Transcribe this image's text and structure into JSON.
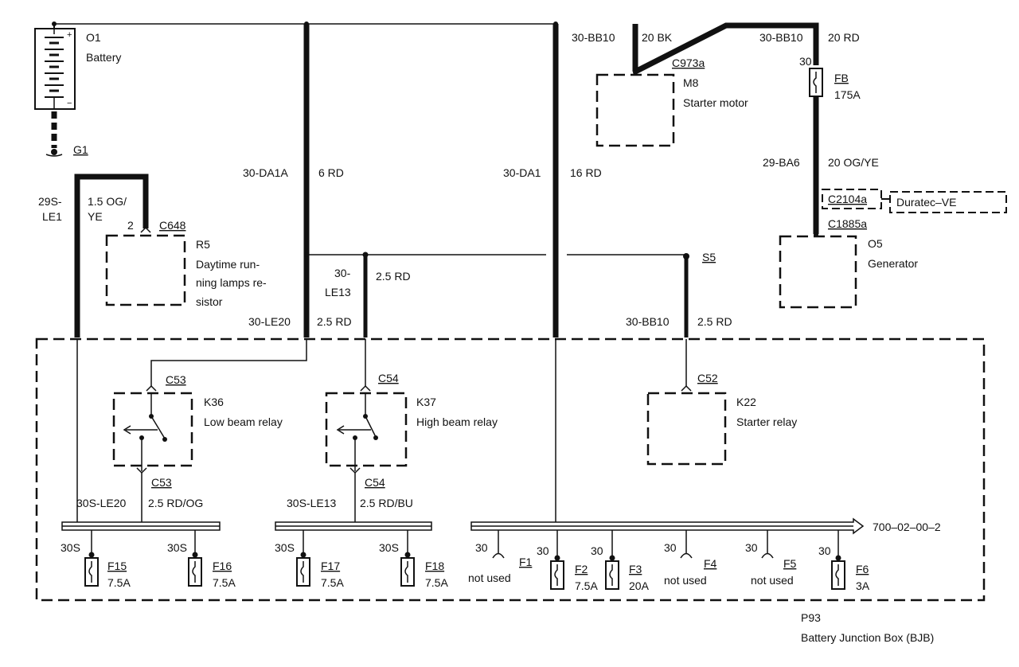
{
  "battery": {
    "id": "O1",
    "name": "Battery",
    "plus": "+",
    "minus": "−"
  },
  "ground": {
    "id": "G1"
  },
  "wires": {
    "le1_code": "29S-",
    "le1_code2": "LE1",
    "le1_spec": "1.5 OG/",
    "le1_spec2": "YE",
    "da1a_code": "30-DA1A",
    "da1a_spec": "6 RD",
    "da1_code": "30-DA1",
    "da1_spec": "16 RD",
    "bb10a_code": "30-BB10",
    "bb10a_spec": "20 BK",
    "bb10b_code": "30-BB10",
    "bb10b_spec": "20 RD",
    "ba6_code": "29-BA6",
    "ba6_spec": "20 OG/YE",
    "le13_code": "30-",
    "le13_code2": "LE13",
    "le13_spec": "2.5 RD",
    "le20_code": "30-LE20",
    "le20_spec": "2.5 RD",
    "bb10c_code": "30-BB10",
    "bb10c_spec": "2.5 RD",
    "s_le20_code": "30S-LE20",
    "s_le20_spec": "2.5 RD/OG",
    "s_le13_code": "30S-LE13",
    "s_le13_spec": "2.5 RD/BU"
  },
  "starter_motor": {
    "id": "M8",
    "name": "Starter motor",
    "connector": "C973a"
  },
  "fuse_fb": {
    "pin": "30",
    "id": "FB",
    "rating": "175A"
  },
  "duratec": {
    "label": "Duratec–VE"
  },
  "generator": {
    "id": "O5",
    "name": "Generator",
    "conn1": "C2104a",
    "conn2": "C1885a"
  },
  "resistor": {
    "id": "R5",
    "line1": "Daytime run-",
    "line2": "ning lamps re-",
    "line3": "sistor",
    "connector": "C648",
    "pin": "2"
  },
  "splice": {
    "id": "S5"
  },
  "relays": {
    "k36": {
      "id": "K36",
      "name": "Low beam relay",
      "conn_top": "C53",
      "conn_bottom": "C53"
    },
    "k37": {
      "id": "K37",
      "name": "High beam relay",
      "conn_top": "C54",
      "conn_bottom": "C54"
    },
    "k22": {
      "id": "K22",
      "name": "Starter relay",
      "conn_top": "C52"
    }
  },
  "fuses": {
    "f15": {
      "pin": "30S",
      "id": "F15",
      "rating": "7.5A"
    },
    "f16": {
      "pin": "30S",
      "id": "F16",
      "rating": "7.5A"
    },
    "f17": {
      "pin": "30S",
      "id": "F17",
      "rating": "7.5A"
    },
    "f18": {
      "pin": "30S",
      "id": "F18",
      "rating": "7.5A"
    },
    "f1": {
      "pin": "30",
      "id": "F1",
      "status": "not used"
    },
    "f2": {
      "pin": "30",
      "id": "F2",
      "rating": "7.5A"
    },
    "f3": {
      "pin": "30",
      "id": "F3",
      "rating": "20A"
    },
    "f4": {
      "pin": "30",
      "id": "F4",
      "status": "not used"
    },
    "f5": {
      "pin": "30",
      "id": "F5",
      "status": "not used"
    },
    "f6": {
      "pin": "30",
      "id": "F6",
      "rating": "3A"
    }
  },
  "reference": "700–02–00–2",
  "bjb": {
    "id": "P93",
    "name": "Battery Junction Box (BJB)"
  }
}
